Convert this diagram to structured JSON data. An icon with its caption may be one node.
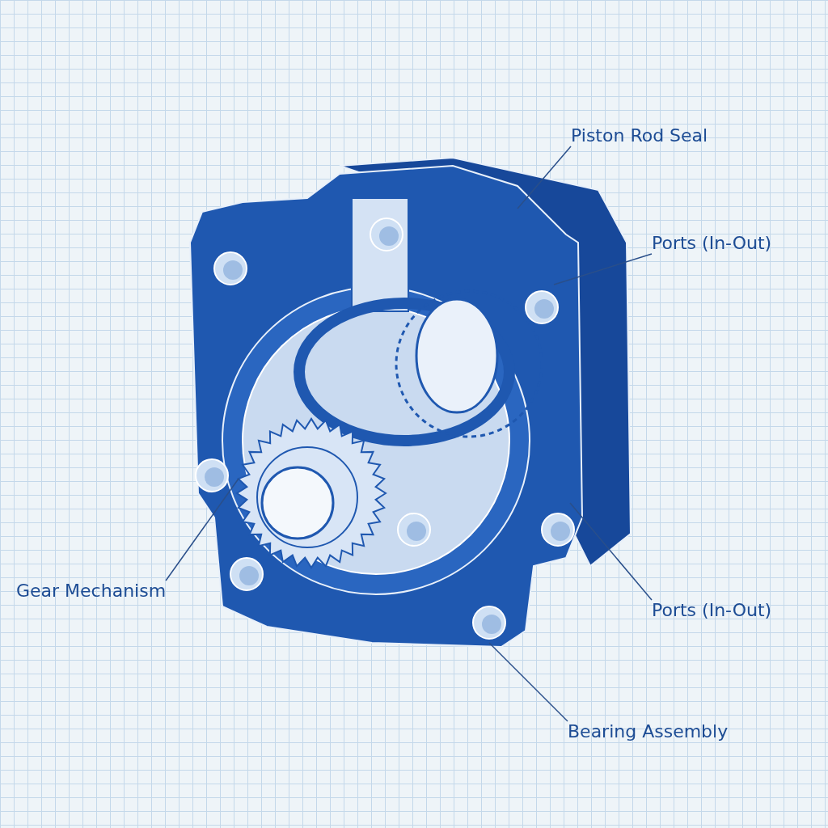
{
  "diagram": {
    "nodes": [
      {
        "text": [
          "Piston Rod Seal"
        ]
      },
      {
        "text": [
          "Ports (In-Out)"
        ]
      },
      {
        "text": [
          "Gear Mechanism"
        ]
      },
      {
        "text": [
          "Ports (In-Out)"
        ]
      },
      {
        "text": [
          "Bearing Assembly"
        ]
      }
    ],
    "edges": [
      {
        "from": 0,
        "to": null,
        "arrow": "none"
      },
      {
        "from": 1,
        "to": null,
        "arrow": "none"
      },
      {
        "from": 2,
        "to": null,
        "arrow": "none"
      },
      {
        "from": 3,
        "to": null,
        "arrow": "none"
      },
      {
        "from": 4,
        "to": null,
        "arrow": "none"
      }
    ]
  }
}
